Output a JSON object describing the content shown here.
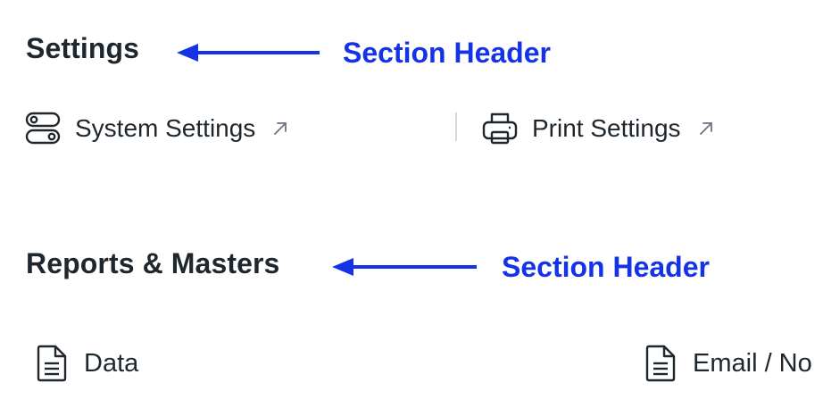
{
  "sections": {
    "settings": {
      "title": "Settings",
      "annotation": "Section Header",
      "links": [
        {
          "label": "System Settings",
          "icon": "toggle-icon",
          "external": "arrow-up-right-icon"
        },
        {
          "label": "Print Settings",
          "icon": "printer-icon",
          "external": "arrow-up-right-icon"
        }
      ]
    },
    "reports_masters": {
      "title": "Reports & Masters",
      "annotation": "Section Header",
      "links": [
        {
          "label": "Data",
          "icon": "document-icon"
        },
        {
          "label": "Email / No",
          "icon": "document-icon"
        }
      ]
    }
  },
  "colors": {
    "annotation": "#1533e6",
    "text": "#1f272e",
    "icon": "#1f272e",
    "divider": "#d6d9dc"
  }
}
